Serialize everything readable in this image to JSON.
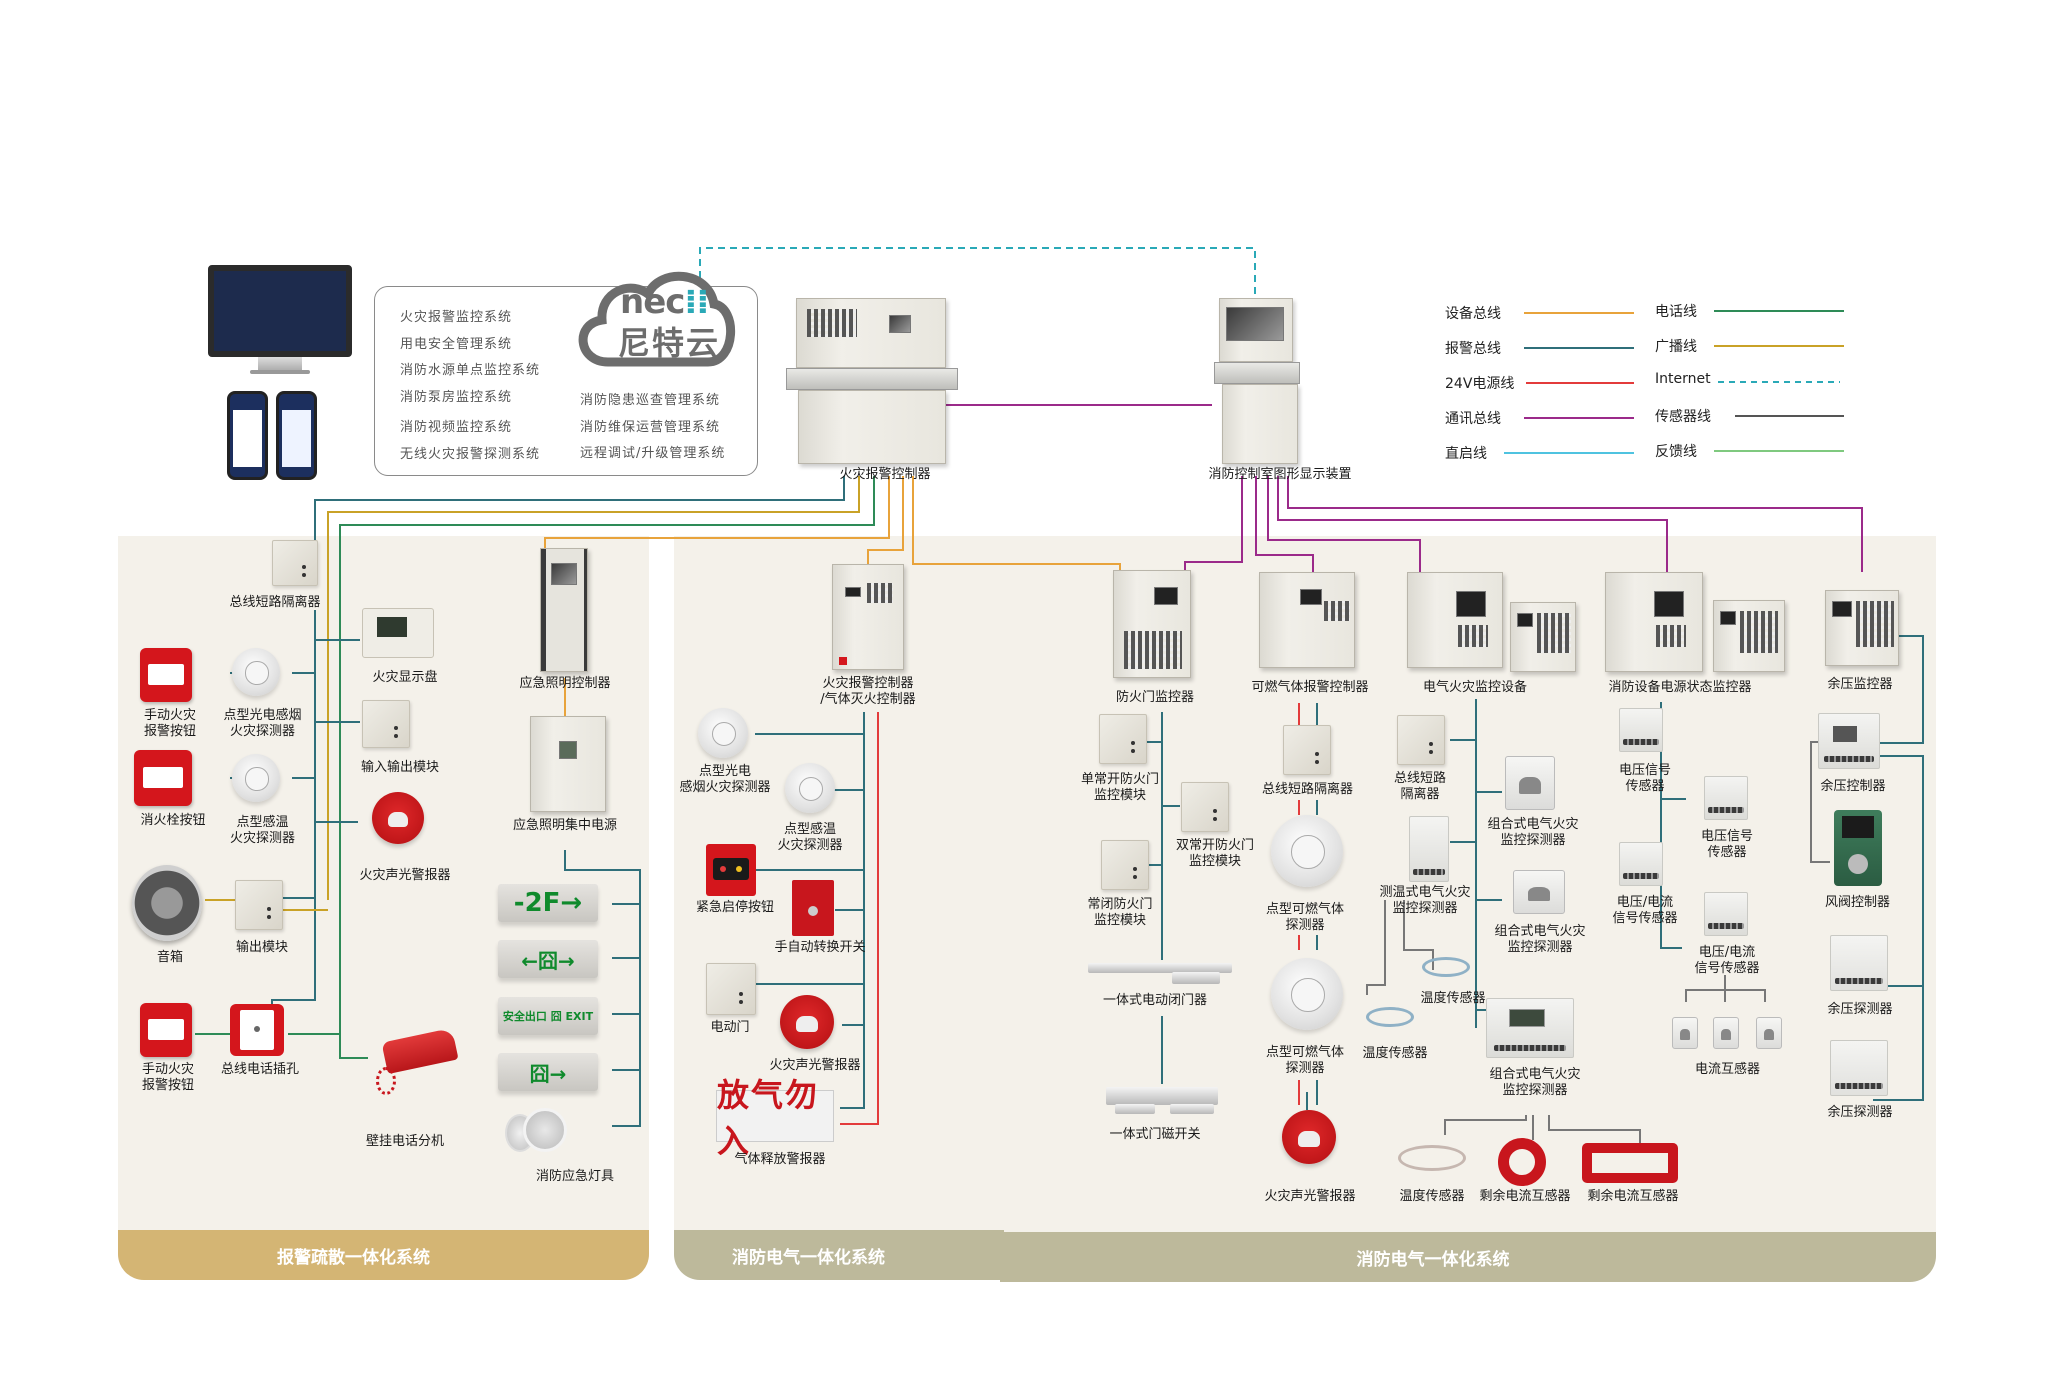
{
  "cloud": {
    "brand_text": "nec",
    "brand_cn": "尼特云",
    "brand_color": "#2aa9b7",
    "systems_left": [
      "火灾报警监控系统",
      "用电安全管理系统",
      "消防水源单点监控系统",
      "消防泵房监控系统",
      "消防视频监控系统",
      "无线火灾报警探测系统"
    ],
    "systems_right": [
      "消防隐患巡查管理系统",
      "消防维保运营管理系统",
      "远程调试/升级管理系统"
    ]
  },
  "central": {
    "fire_alarm_controller": "火灾报警控制器",
    "graphic_display": "消防控制室图形显示装置"
  },
  "legend": [
    {
      "label": "设备总线",
      "color": "#e8a33b",
      "style": "solid"
    },
    {
      "label": "报警总线",
      "color": "#2f6f7a",
      "style": "solid"
    },
    {
      "label": "24V电源线",
      "color": "#e33b3b",
      "style": "solid"
    },
    {
      "label": "通讯总线",
      "color": "#9b2a8a",
      "style": "solid"
    },
    {
      "label": "直启线",
      "color": "#4fc3e0",
      "style": "solid"
    },
    {
      "label": "电话线",
      "color": "#2e8b57",
      "style": "solid"
    },
    {
      "label": "广播线",
      "color": "#c9a227",
      "style": "solid"
    },
    {
      "label": "Internet",
      "color": "#2aa9b7",
      "style": "dashed"
    },
    {
      "label": "传感器线",
      "color": "#555555",
      "style": "solid"
    },
    {
      "label": "反馈线",
      "color": "#7fc97f",
      "style": "solid"
    }
  ],
  "sections": {
    "alarm_evac": {
      "title": "报警疏散一体化系统",
      "band_color": "#d4b574",
      "devices": {
        "isolator": "总线短路隔离器",
        "fire_display": "火灾显示盘",
        "manual_button_1": "手动火灾\n报警按钮",
        "smoke_detector": "点型光电感烟\n火灾探测器",
        "io_module": "输入输出模块",
        "hydrant_button": "消火栓按钮",
        "heat_detector": "点型感温\n火灾探测器",
        "sounder": "火灾声光警报器",
        "speaker": "音箱",
        "output_module": "输出模块",
        "manual_button_2": "手动火灾\n报警按钮",
        "phone_jack": "总线电话插孔",
        "wall_phone": "壁挂电话分机",
        "em_light_controller": "应急照明控制器",
        "em_power": "应急照明集中电源",
        "em_lamp": "消防应急灯具",
        "exit_signs": [
          "-2F→",
          "←囧→",
          "安全出口 囧 EXIT",
          "囧→"
        ]
      }
    },
    "gas_ext": {
      "title": "消防电气一体化系统",
      "band_color": "#bdb99b",
      "devices": {
        "controller": "火灾报警控制器\n/气体灭火控制器",
        "smoke_detector": "点型光电\n感烟火灾探测器",
        "heat_detector": "点型感温\n火灾探测器",
        "emergency_stop": "紧急启停按钮",
        "auto_switch": "手自动转换开关",
        "electric_door": "电动门",
        "sounder": "火灾声光警报器",
        "gas_release_sign_text": "放气勿入",
        "gas_release_alarm": "气体释放警报器"
      }
    },
    "electrical": {
      "title": "消防电气一体化系统",
      "band_color": "#bdb99b",
      "devices": {
        "fire_door_monitor": "防火门监控器",
        "single_open_module": "单常开防火门\n监控模块",
        "double_open_module": "双常开防火门\n监控模块",
        "closed_module": "常闭防火门\n监控模块",
        "door_closer": "一体式电动闭门器",
        "door_magnet": "一体式门磁开关",
        "gas_controller": "可燃气体报警控制器",
        "gas_isolator": "总线短路隔离器",
        "gas_detector_1": "点型可燃气体\n探测器",
        "gas_detector_2": "点型可燃气体\n探测器",
        "gas_sounder": "火灾声光警报器",
        "elec_fire_monitor": "电气火灾监控设备",
        "elec_isolator": "总线短路\n隔离器",
        "temp_elec_detector": "测温式电气火灾\n监控探测器",
        "combo_detector_1": "组合式电气火灾\n监控探测器",
        "combo_detector_2": "组合式电气火灾\n监控探测器",
        "combo_detector_3": "组合式电气火灾\n监控探测器",
        "temp_sensor_1": "温度传感器",
        "temp_sensor_2": "温度传感器",
        "temp_sensor_3": "温度传感器",
        "residual_ct_1": "剩余电流互感器",
        "residual_ct_2": "剩余电流互感器",
        "power_monitor": "消防设备电源状态监控器",
        "voltage_sensor_1": "电压信号\n传感器",
        "voltage_sensor_2": "电压信号\n传感器",
        "vi_sensor_1": "电压/电流\n信号传感器",
        "vi_sensor_2": "电压/电流\n信号传感器",
        "current_transformer": "电流互感器",
        "pressure_monitor": "余压监控器",
        "pressure_controller": "余压控制器",
        "damper_controller": "风阀控制器",
        "pressure_detector_1": "余压探测器",
        "pressure_detector_2": "余压探测器"
      }
    }
  }
}
